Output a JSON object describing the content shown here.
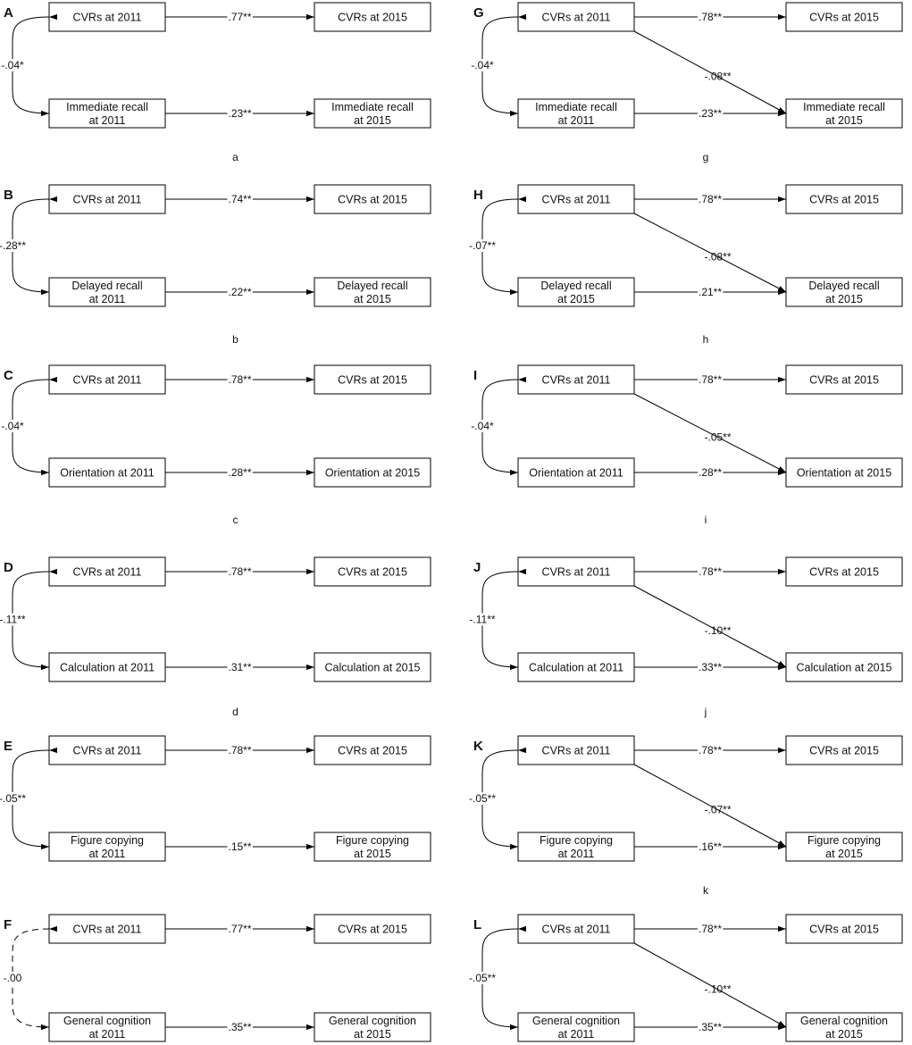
{
  "panels": [
    {
      "letter": "A",
      "sublabel": "a",
      "top": {
        "left": [
          "CVRs at 2011"
        ],
        "right": [
          "CVRs at 2015"
        ]
      },
      "bottom": {
        "left": [
          "Immediate recall",
          "at 2011"
        ],
        "right": [
          "Immediate recall",
          "at 2015"
        ]
      },
      "coef_top": ".77**",
      "coef_bottom": ".23**",
      "coef_cov": "-.04*",
      "dashed": false
    },
    {
      "letter": "B",
      "sublabel": "b",
      "top": {
        "left": [
          "CVRs at 2011"
        ],
        "right": [
          "CVRs at 2015"
        ]
      },
      "bottom": {
        "left": [
          "Delayed recall",
          "at 2011"
        ],
        "right": [
          "Delayed recall",
          "at 2015"
        ]
      },
      "coef_top": ".74**",
      "coef_bottom": ".22**",
      "coef_cov": "-.28**",
      "dashed": false
    },
    {
      "letter": "C",
      "sublabel": "c",
      "top": {
        "left": [
          "CVRs at 2011"
        ],
        "right": [
          "CVRs at 2015"
        ]
      },
      "bottom": {
        "left": [
          "Orientation  at 2011"
        ],
        "right": [
          "Orientation at 2015"
        ]
      },
      "coef_top": ".78**",
      "coef_bottom": ".28**",
      "coef_cov": "-.04*",
      "dashed": false
    },
    {
      "letter": "D",
      "sublabel": "d",
      "top": {
        "left": [
          "CVRs at 2011"
        ],
        "right": [
          "CVRs at 2015"
        ]
      },
      "bottom": {
        "left": [
          "Calculation at 2011"
        ],
        "right": [
          "Calculation at 2015"
        ]
      },
      "coef_top": ".78**",
      "coef_bottom": ".31**",
      "coef_cov": "-.11**",
      "dashed": false
    },
    {
      "letter": "E",
      "sublabel": "",
      "top": {
        "left": [
          "CVRs at 2011"
        ],
        "right": [
          "CVRs at 2015"
        ]
      },
      "bottom": {
        "left": [
          "Figure copying",
          "at 2011"
        ],
        "right": [
          "Figure copying",
          "at 2015"
        ]
      },
      "coef_top": ".78**",
      "coef_bottom": ".15**",
      "coef_cov": "-.05**",
      "dashed": false
    },
    {
      "letter": "F",
      "sublabel": "",
      "top": {
        "left": [
          "CVRs at 2011"
        ],
        "right": [
          "CVRs at 2015"
        ]
      },
      "bottom": {
        "left": [
          "General  cognition",
          "at 2011"
        ],
        "right": [
          "General  cognition",
          "at 2015"
        ]
      },
      "coef_top": ".77**",
      "coef_bottom": ".35**",
      "coef_cov": "-.00",
      "dashed": true
    },
    {
      "letter": "G",
      "sublabel": "g",
      "top": {
        "left": [
          "CVRs at 2011"
        ],
        "right": [
          "CVRs at 2015"
        ]
      },
      "bottom": {
        "left": [
          "Immediate recall",
          "at 2011"
        ],
        "right": [
          "Immediate recall",
          "at 2015"
        ]
      },
      "coef_top": ".78**",
      "coef_bottom": ".23**",
      "coef_cov": "-.04*",
      "coef_cross": "-.08**",
      "dashed": false
    },
    {
      "letter": "H",
      "sublabel": "h",
      "top": {
        "left": [
          "CVRs at 2011"
        ],
        "right": [
          "CVRs at 2015"
        ]
      },
      "bottom": {
        "left": [
          "Delayed recall",
          "at 2015"
        ],
        "right": [
          "Delayed recall",
          "at 2015"
        ]
      },
      "coef_top": ".78**",
      "coef_bottom": ".21**",
      "coef_cov": "-.07**",
      "coef_cross": "-.08**",
      "dashed": false
    },
    {
      "letter": "I",
      "sublabel": "i",
      "top": {
        "left": [
          "CVRs at 2011"
        ],
        "right": [
          "CVRs at 2015"
        ]
      },
      "bottom": {
        "left": [
          "Orientation  at 2011"
        ],
        "right": [
          "Orientation  at 2015"
        ]
      },
      "coef_top": ".78**",
      "coef_bottom": ".28**",
      "coef_cov": "-.04*",
      "coef_cross": "-.05**",
      "dashed": false
    },
    {
      "letter": "J",
      "sublabel": "j",
      "top": {
        "left": [
          "CVRs at 2011"
        ],
        "right": [
          "CVRs at 2015"
        ]
      },
      "bottom": {
        "left": [
          "Calculation at 2011"
        ],
        "right": [
          "Calculation at 2015"
        ]
      },
      "coef_top": ".78**",
      "coef_bottom": ".33**",
      "coef_cov": "-.11**",
      "coef_cross": "-.10**",
      "dashed": false
    },
    {
      "letter": "K",
      "sublabel": "k",
      "top": {
        "left": [
          "CVRs at 2011"
        ],
        "right": [
          "CVRs at 2015"
        ]
      },
      "bottom": {
        "left": [
          "Figure copying",
          "at 2011"
        ],
        "right": [
          "Figure copying",
          "at 2015"
        ]
      },
      "coef_top": ".78**",
      "coef_bottom": ".16**",
      "coef_cov": "-.05**",
      "coef_cross": "-.07**",
      "dashed": false
    },
    {
      "letter": "L",
      "sublabel": "",
      "top": {
        "left": [
          "CVRs at 2011"
        ],
        "right": [
          "CVRs at 2015"
        ]
      },
      "bottom": {
        "left": [
          "General  cognition",
          "at 2011"
        ],
        "right": [
          "General  cognition",
          "at 2015"
        ]
      },
      "coef_top": ".78**",
      "coef_bottom": ".35**",
      "coef_cov": "-.05**",
      "coef_cross": "-.10**",
      "dashed": false
    }
  ]
}
